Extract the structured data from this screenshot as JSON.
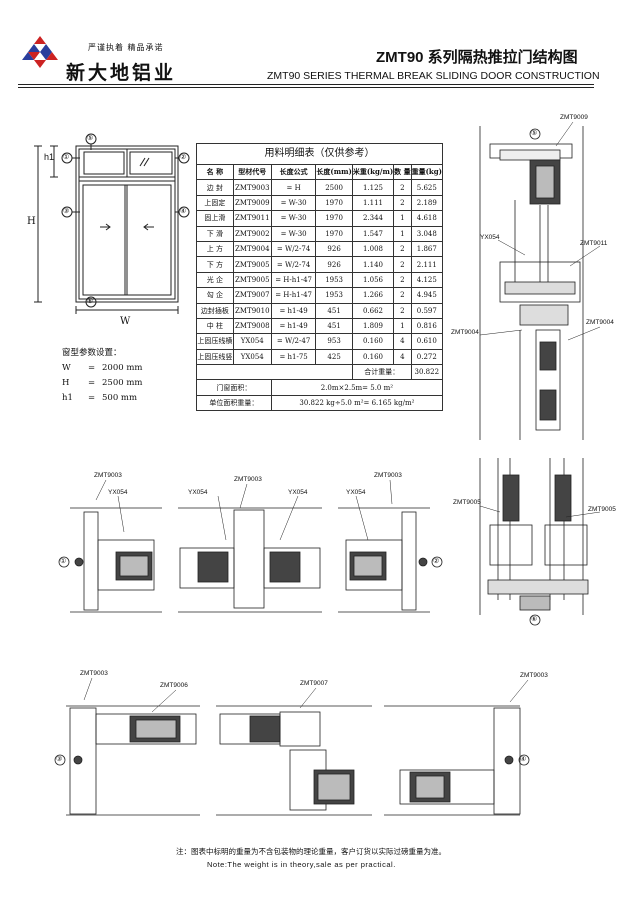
{
  "header": {
    "slogan": "严谨执着  精品承诺",
    "brand": "新大地铝业",
    "title_cn": "ZMT90 系列隔热推拉门结构图",
    "title_en": "ZMT90 SERIES THERMAL BREAK SLIDING DOOR CONSTRUCTION"
  },
  "elevation": {
    "labels": {
      "h1": "h1",
      "H": "H",
      "W": "W"
    },
    "markers": [
      "①",
      "②",
      "③",
      "④",
      "⑤",
      "⑥"
    ]
  },
  "params": {
    "title": "窗型参数设置：",
    "rows": [
      {
        "k": "W",
        "eq": "=",
        "v": "2000 mm"
      },
      {
        "k": "H",
        "eq": "=",
        "v": "2500 mm"
      },
      {
        "k": "h1",
        "eq": "=",
        "v": "500  mm"
      }
    ]
  },
  "bom": {
    "caption": "用料明细表（仅供参考）",
    "headers": [
      "名 称",
      "型材代号",
      "长度公式",
      "长度(mm)",
      "米重(kg/m)",
      "数 量",
      "重量(kg)"
    ],
    "rows": [
      [
        "边  封",
        "ZMT9003",
        "= H",
        "2500",
        "1.125",
        "2",
        "5.625"
      ],
      [
        "上固定",
        "ZMT9009",
        "= W-30",
        "1970",
        "1.111",
        "2",
        "2.189"
      ],
      [
        "固上滑",
        "ZMT9011",
        "= W-30",
        "1970",
        "2.344",
        "1",
        "4.618"
      ],
      [
        "下  滑",
        "ZMT9002",
        "= W-30",
        "1970",
        "1.547",
        "1",
        "3.048"
      ],
      [
        "上  方",
        "ZMT9004",
        "= W/2-74",
        "926",
        "1.008",
        "2",
        "1.867"
      ],
      [
        "下  方",
        "ZMT9005",
        "= W/2-74",
        "926",
        "1.140",
        "2",
        "2.111"
      ],
      [
        "光  企",
        "ZMT9005",
        "= H-h1-47",
        "1953",
        "1.056",
        "2",
        "4.125"
      ],
      [
        "勾  企",
        "ZMT9007",
        "= H-h1-47",
        "1953",
        "1.266",
        "2",
        "4.945"
      ],
      [
        "边封插板",
        "ZMT9010",
        "= h1-49",
        "451",
        "0.662",
        "2",
        "0.597"
      ],
      [
        "中  柱",
        "ZMT9008",
        "= h1-49",
        "451",
        "1.809",
        "1",
        "0.816"
      ],
      [
        "上固压线横",
        "YX054",
        "= W/2-47",
        "953",
        "0.160",
        "4",
        "0.610"
      ],
      [
        "上固压线竖",
        "YX054",
        "= h1-75",
        "425",
        "0.160",
        "4",
        "0.272"
      ]
    ],
    "total_label": "合计重量：",
    "total_value": "30.822",
    "area_label": "门窗面积：",
    "area_value": "2.0m×2.5m= 5.0 m²",
    "unit_label": "单位面积重量：",
    "unit_value": "30.822 kg÷5.0 m²= 6.165 kg/m²"
  },
  "profile_labels": {
    "right_top": [
      "ZMT9009",
      "YX054",
      "ZMT9011",
      "ZMT9004",
      "ZMT9004"
    ],
    "right_bottom": [
      "ZMT9005",
      "ZMT9005"
    ],
    "middle": [
      "ZMT9003",
      "YX054",
      "ZMT9003",
      "YX054",
      "YX054",
      "ZMT9003",
      "YX054"
    ],
    "bottom": [
      "ZMT9003",
      "ZMT9006",
      "ZMT9007",
      "ZMT9003"
    ]
  },
  "notes": {
    "cn": "注：图表中标明的重量为不含包装物的理论重量，客户订货以实际过磅重量为准。",
    "en": "Note:The weight is in theory,sale as per practical."
  }
}
